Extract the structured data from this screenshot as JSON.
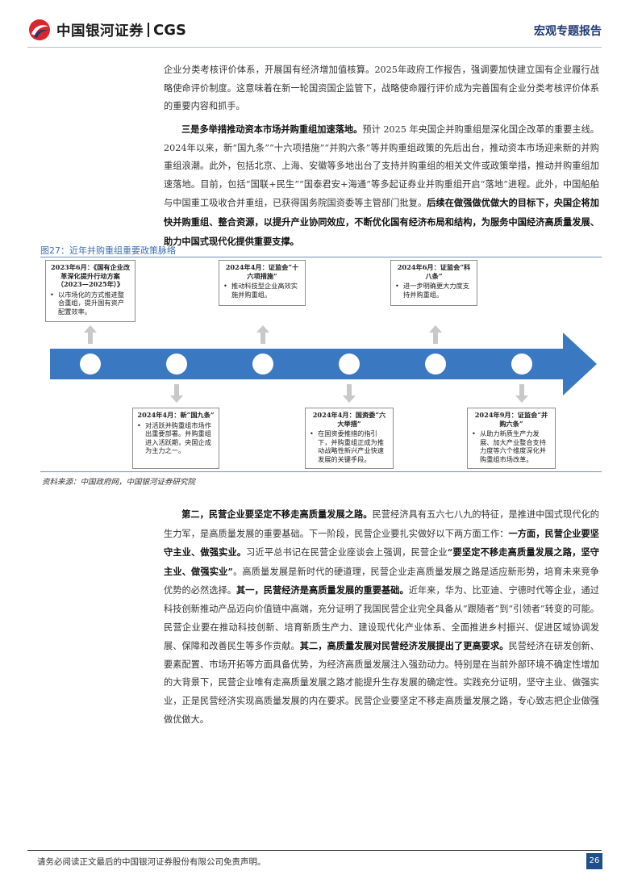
{
  "header": {
    "logo_cn": "中国银河证券",
    "logo_en": "CGS",
    "report_type": "宏观专题报告"
  },
  "paragraphs": {
    "p1": "企业分类考核评价体系，开展国有经济增加值核算。2025年政府工作报告，强调要加快建立国有企业履行战略使命评价制度。这意味着在新一轮国资国企监管下，战略使命履行评价成为完善国有企业分类考核评价体系的重要内容和抓手。",
    "p2_bold": "三是多举措推动资本市场并购重组加速落地。",
    "p2_text": "预计 2025 年央国企并购重组是深化国企改革的重要主线。2024年以来，新“国九条”“十六项措施”“并购六条”等并购重组政策的先后出台，推动资本市场迎来新的并购重组浪潮。此外，包括北京、上海、安徽等多地出台了支持并购重组的相关文件或政策举措，推动并购重组加速落地。目前，包括“国联+民生”“国泰君安+海通”等多起证券业并购重组开启“落地”进程。此外，中国船舶与中国重工吸收合并重组，已获得国务院国资委等主管部门批复。",
    "p2_bold2": "后续在做强做优做大的目标下，央国企将加快并购重组、整合资源，以提升产业协同效应，不断优化国有经济布局和结构，为服务中国经济高质量发展、助力中国式现代化提供重要支撑。",
    "p3_s1_bold": "第二，民营企业要坚定不移走高质量发展之路。",
    "p3_s1": "民营经济具有五六七八九的特征，是推进中国式现代化的生力军，是高质量发展的重要基础。下一阶段，民营企业要扎实做好以下两方面工作：",
    "p3_s2_bold": "一方面，民营企业要坚守主业、做强实业。",
    "p3_s2": "习近平总书记在民营企业座谈会上强调，民营企业",
    "p3_s3_bold": "“要坚定不移走高质量发展之路，坚守主业、做强实业”",
    "p3_s3": "。高质量发展是新时代的硬道理，民营企业走高质量发展之路是适应新形势，培育未来竞争优势的必然选择。",
    "p3_s4_bold": "其一，民营经济是高质量发展的重要基础。",
    "p3_s4": "近年来，华为、比亚迪、宁德时代等企业，通过科技创新推动产品迈向价值链中高端，充分证明了我国民营企业完全具备从“跟随者”到“引领者”转变的可能。民营企业要在推动科技创新、培育新质生产力、建设现代化产业体系、全面推进乡村振兴、促进区域协调发展、保障和改善民生等多作贡献。",
    "p3_s5_bold": "其二，高质量发展对民营经济发展提出了更高要求。",
    "p3_s5": "民营经济在研发创新、要素配置、市场开拓等方面具备优势，为经济高质量发展注入强劲动力。特别是在当前外部环境不确定性增加的大背景下，民营企业唯有走高质量发展之路才能提升生存发展的确定性。实践充分证明，坚守主业、做强实业，正是民营经济实现高质量发展的内在要求。民营企业要坚定不移走高质量发展之路，专心致志把企业做强做优做大。"
  },
  "figure": {
    "title": "图27：近年并购重组重要政策脉络",
    "source": "资料来源：中国政府网，中国银河证券研究院",
    "bullet": "•",
    "events": [
      {
        "title": "2023年6月：《国有企业改革深化提升行动方案（2023—2025年）》",
        "desc": "以市场化的方式推进整合重组，提升国有资产配置效率。"
      },
      {
        "title": "2024年4月：新“国九条”",
        "desc": "对活跃并购重组市场作出重要部署。并购重组进入活跃期，央国企成为主力之一。"
      },
      {
        "title": "2024年4月：证监会“十六项措施”",
        "desc": "推动科技型企业高效实施并购重组。"
      },
      {
        "title": "2024年4月：国资委“六大举措”",
        "desc": "在国资委推措的指引下，并购重组正成为推动战略性新兴产业快速发展的关键手段。"
      },
      {
        "title": "2024年6月：证监会“科八条”",
        "desc": "进一步明确更大力度支持并购重组。"
      },
      {
        "title": "2024年9月：证监会“并购六条”",
        "desc": "从助力新质生产力发展、加大产业整合支持力度等六个维度深化并购重组市场改革。"
      }
    ],
    "colors": {
      "arrow": "#3b78c2",
      "dot": "#ffffff",
      "connector": "#c8c8c8",
      "title": "#3d6fb3"
    }
  },
  "footer": {
    "disclaimer": "请务必阅读正文最后的中国银河证券股份有限公司免责声明。",
    "page": "26"
  }
}
